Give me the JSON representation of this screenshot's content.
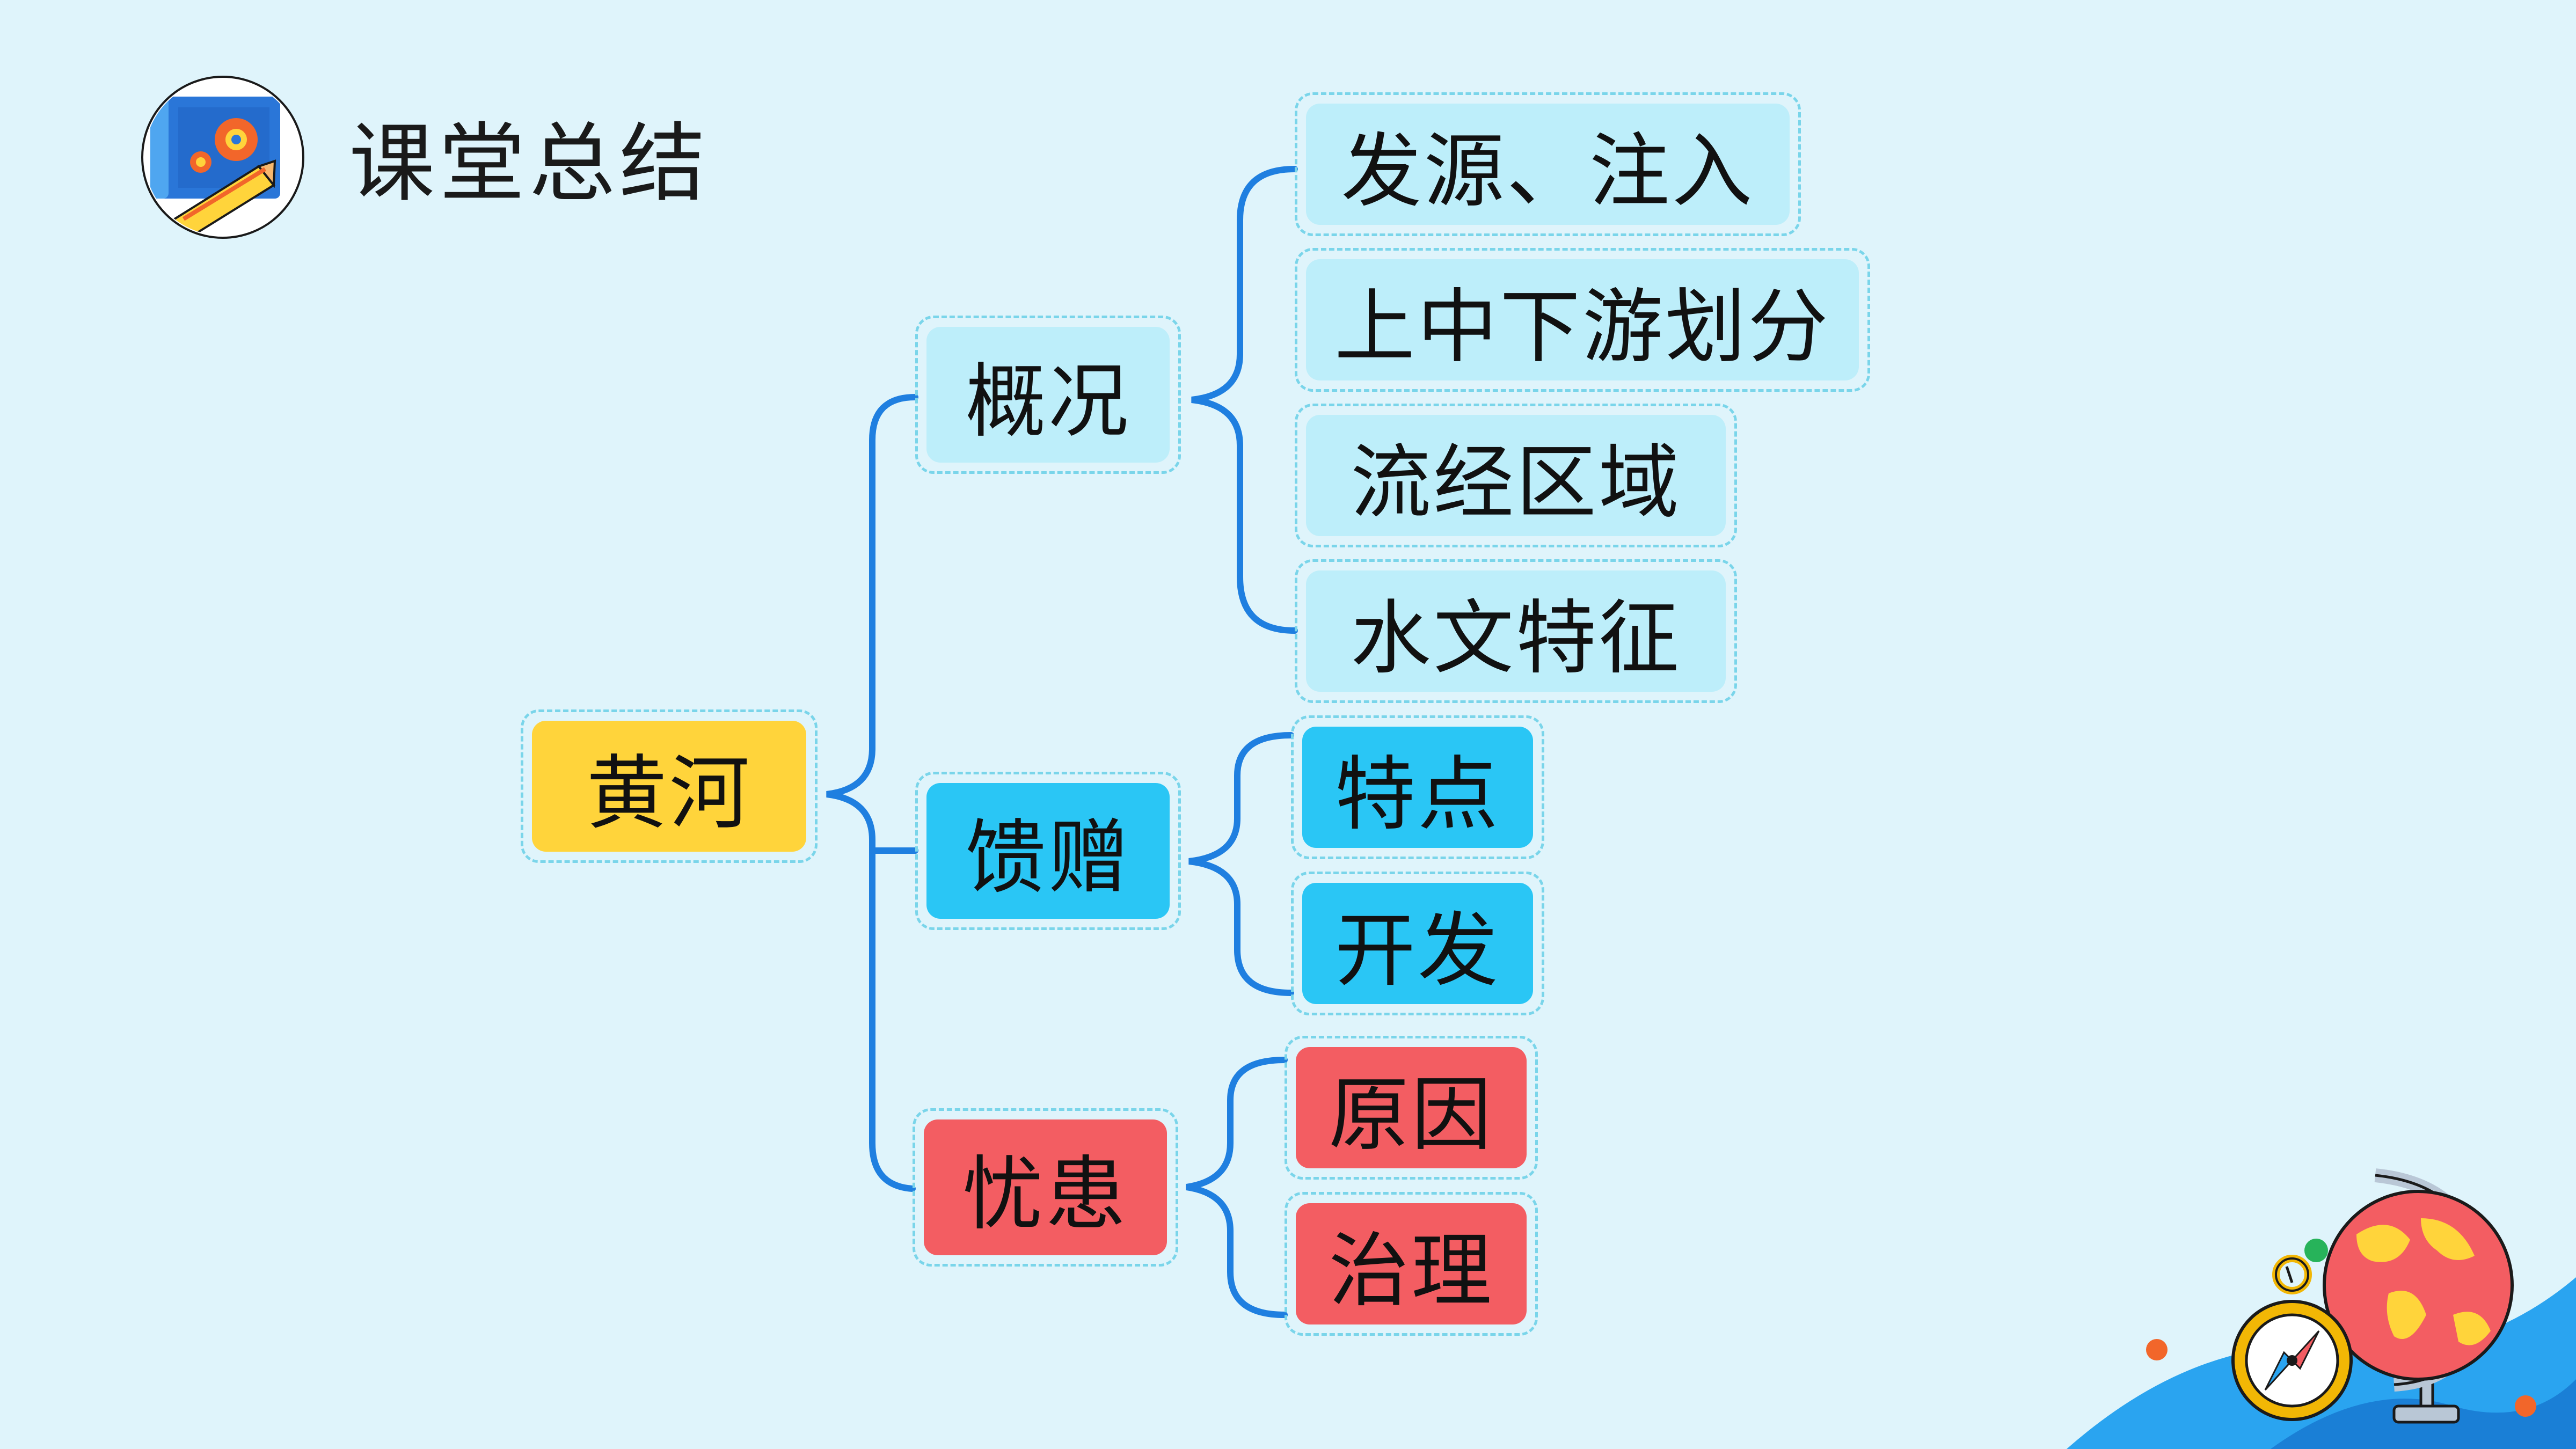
{
  "header": {
    "title": "课堂总结",
    "icon": "blueprint-gear-pencil-icon"
  },
  "mindmap": {
    "root": "黄河",
    "branches": [
      {
        "label": "概况",
        "children": [
          "发源、注入",
          "上中下游划分",
          "流经区域",
          "水文特征"
        ]
      },
      {
        "label": "馈赠",
        "children": [
          "特点",
          "开发"
        ]
      },
      {
        "label": "忧患",
        "children": [
          "原因",
          "治理"
        ]
      }
    ]
  },
  "colors": {
    "background": "#dff4fb",
    "root": "#ffd43b",
    "overview": "#bdeefa",
    "gift": "#2ac6f5",
    "worry": "#f35d62",
    "connector": "#1f7fe0",
    "dashed_border": "#7ad5ea"
  },
  "decorations": [
    "globe-icon",
    "compass-icon"
  ]
}
